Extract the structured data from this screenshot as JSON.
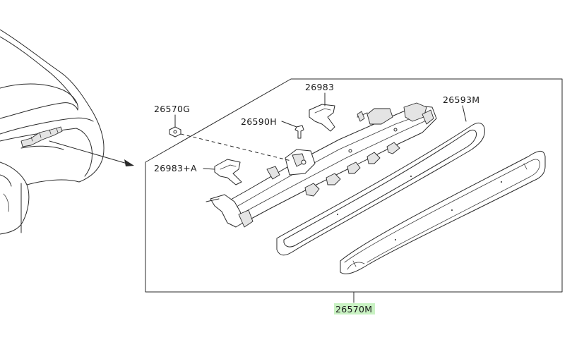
{
  "parts": {
    "p26983": "26983",
    "p26593M": "26593M",
    "p26570G": "26570G",
    "p26590H": "26590H",
    "p26983A": "26983+A",
    "p26570M": "26570M"
  },
  "colors": {
    "line": "#2a2a2a",
    "highlight": "#c9f2c3",
    "background": "#ffffff"
  }
}
